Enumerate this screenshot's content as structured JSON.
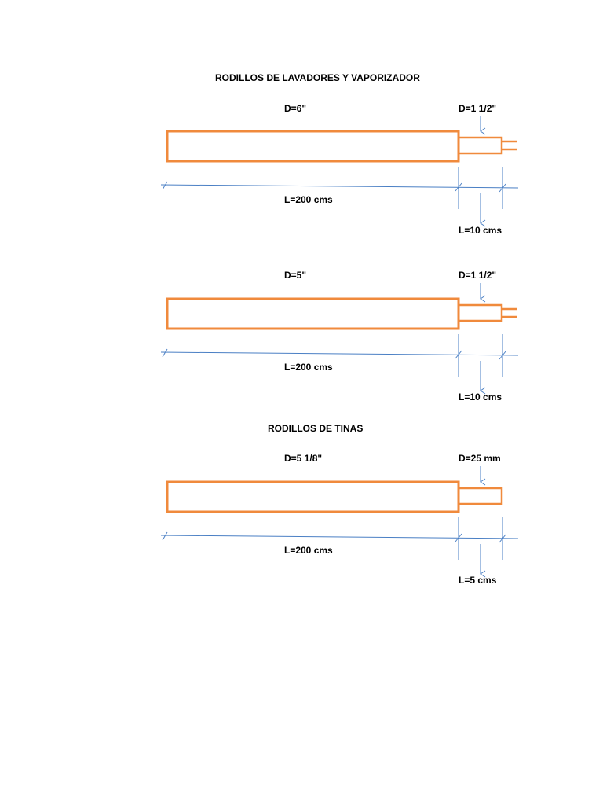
{
  "colors": {
    "roller_stroke": "#f08a3c",
    "dimension_line": "#4a7fc4",
    "text": "#000000",
    "background": "#ffffff"
  },
  "section1": {
    "title": "RODILLOS DE LAVADORES Y VAPORIZADOR",
    "rollers": [
      {
        "diameter_label": "D=6\"",
        "shaft_diameter_label": "D=1 1/2\"",
        "length_label": "L=200 cms",
        "shaft_length_label": "L=10 cms",
        "has_shaft_tip": true
      },
      {
        "diameter_label": "D=5\"",
        "shaft_diameter_label": "D=1 1/2\"",
        "length_label": "L=200 cms",
        "shaft_length_label": "L=10 cms",
        "has_shaft_tip": true
      }
    ]
  },
  "section2": {
    "title": "RODILLOS DE TINAS",
    "rollers": [
      {
        "diameter_label": "D=5 1/8\"",
        "shaft_diameter_label": "D=25 mm",
        "length_label": "L=200 cms",
        "shaft_length_label": "L=5 cms",
        "has_shaft_tip": false
      }
    ]
  }
}
